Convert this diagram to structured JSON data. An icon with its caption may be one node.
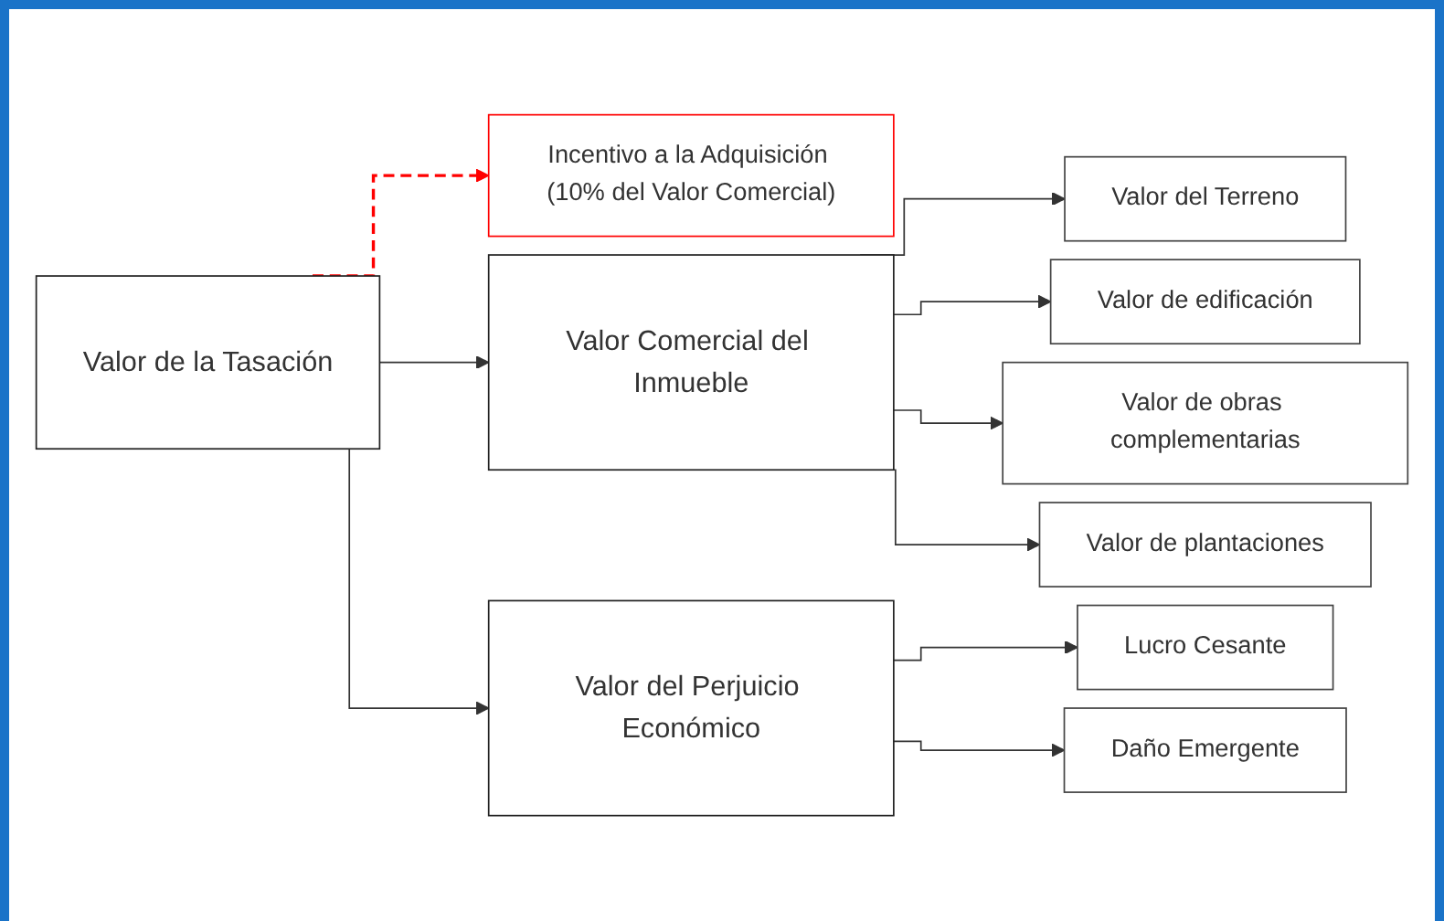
{
  "diagram": {
    "nodes": [
      {
        "text": [
          "Valor de la Tasación"
        ]
      },
      {
        "text": [
          "Incentivo a la Adquisición (10% del Valor Comercial)"
        ]
      },
      {
        "text": [
          "Valor Comercial del Inmueble"
        ]
      },
      {
        "text": [
          "Valor del Terreno"
        ]
      },
      {
        "text": [
          "Valor de edificación"
        ]
      },
      {
        "text": [
          "Valor de obras complementarias"
        ]
      },
      {
        "text": [
          "Valor de plantaciones"
        ]
      },
      {
        "text": [
          "Valor del Perjuicio Económico"
        ]
      },
      {
        "text": [
          "Lucro Cesante"
        ]
      },
      {
        "text": [
          "Daño Emergente"
        ]
      }
    ],
    "edges": [
      {
        "from": 0,
        "to": 1,
        "arrow": "to",
        "style": "dashed",
        "color": "#ff0000"
      },
      {
        "from": 0,
        "to": 2,
        "arrow": "to"
      },
      {
        "from": 0,
        "to": 7,
        "arrow": "to"
      },
      {
        "from": 2,
        "to": 3,
        "arrow": "to"
      },
      {
        "from": 2,
        "to": 4,
        "arrow": "to"
      },
      {
        "from": 2,
        "to": 5,
        "arrow": "to"
      },
      {
        "from": 2,
        "to": 6,
        "arrow": "to"
      },
      {
        "from": 7,
        "to": 8,
        "arrow": "to"
      },
      {
        "from": 7,
        "to": 9,
        "arrow": "to"
      }
    ]
  }
}
